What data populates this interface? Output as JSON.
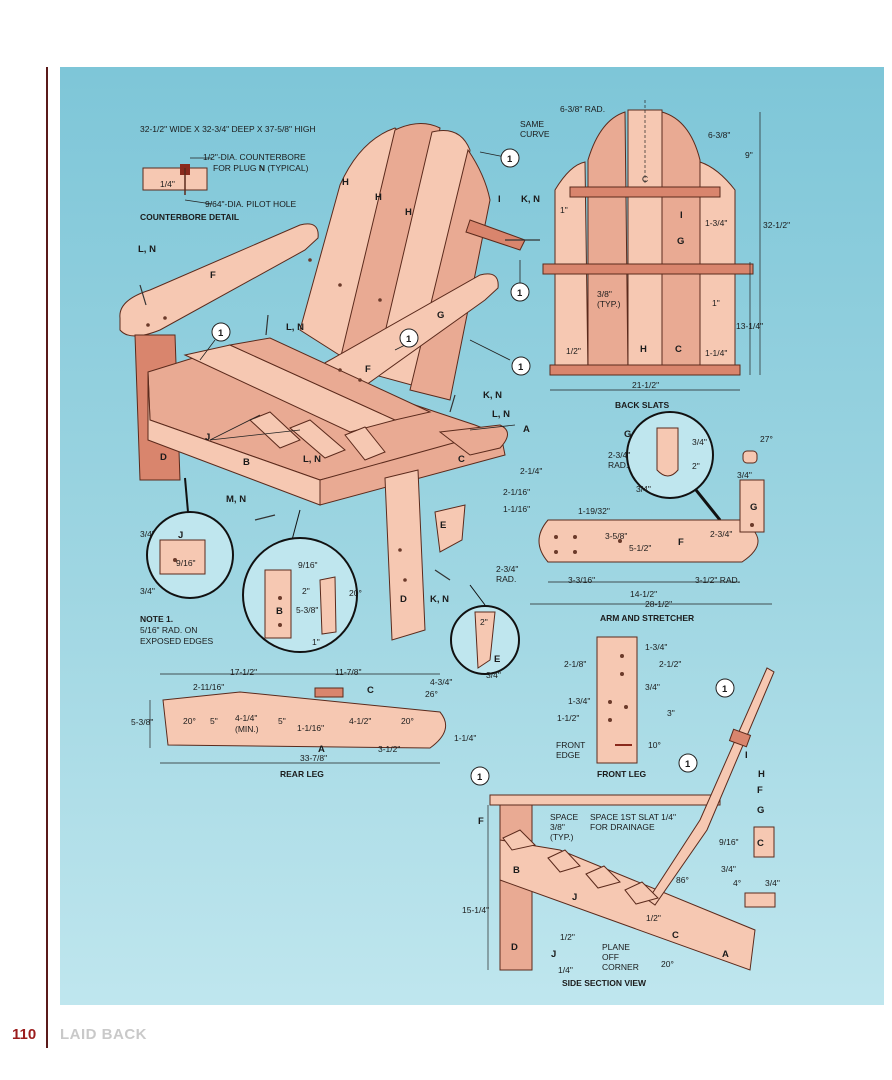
{
  "footer": {
    "page_number": "110",
    "section": "LAID BACK"
  },
  "overall": "32-1/2\" WIDE X 32-3/4\" DEEP X 37-5/8\" HIGH",
  "counterbore": {
    "counterbore_label": "1/2\"-DIA. COUNTERBORE",
    "plug_label_a": "FOR PLUG ",
    "plug_label_b": "N",
    "plug_label_c": " (TYPICAL)",
    "depth": "1/4\"",
    "pilot_label": "9/64\"-DIA. PILOT HOLE",
    "title": "COUNTERBORE DETAIL"
  },
  "note": {
    "title": "NOTE 1.",
    "line1": "5/16\" RAD. ON",
    "line2": "EXPOSED EDGES",
    "marker": "1"
  },
  "chair_labels": {
    "H1": "H",
    "H2": "H",
    "H3": "H",
    "F1": "F",
    "F2": "F",
    "G": "G",
    "LN1": "L, N",
    "LN2": "L, N",
    "LN3": "L, N",
    "LN4": "L, N",
    "KN1": "K, N",
    "KN2": "K, N",
    "KN3": "K, N",
    "I": "I",
    "J": "J",
    "B": "B",
    "D1": "D",
    "D2": "D",
    "C": "C",
    "A": "A",
    "E": "E",
    "MN": "M, N"
  },
  "j_detail": {
    "part": "J",
    "d1": "3/4\"",
    "d2": "9/16\"",
    "d3": "3/4\""
  },
  "b_detail": {
    "part": "B",
    "d1": "9/16\"",
    "d2": "2\"",
    "d3": "5-3/8\"",
    "d4": "1\"",
    "angle": "20°"
  },
  "e_detail": {
    "part": "E",
    "d1": "2\"",
    "d2": "3/4\""
  },
  "back_slats": {
    "title": "BACK SLATS",
    "rad": "6-3/8\" RAD.",
    "same1": "SAME",
    "same2": "CURVE",
    "d_top": "6-3/8\"",
    "d_9": "9\"",
    "d_height": "32-1/2\"",
    "d_1a": "1\"",
    "d_134": "1-3/4\"",
    "d_38": "3/8\"",
    "typ": "(TYP.)",
    "d_1b": "1\"",
    "d_1314": "13-1/4\"",
    "d_12": "1/2\"",
    "d_114": "1-1/4\"",
    "width": "21-1/2\"",
    "cl": "C",
    "I": "I",
    "G": "G",
    "H": "H",
    "C": "C"
  },
  "arm": {
    "title": "ARM AND STRETCHER",
    "d_214": "2-1/4\"",
    "d_2116": "2-1/16\"",
    "d_1116": "1-1/16\"",
    "d_11932": "1-19/32\"",
    "d_358": "3-5/8\"",
    "d_512": "5-1/2\"",
    "d_234r": "2-3/4\"",
    "rad": "RAD.",
    "d_3316": "3-3/16\"",
    "d_1412": "14-1/2\"",
    "d_2812": "28-1/2\"",
    "d_312r": "3-1/2\" RAD.",
    "d_234b": "2-3/4\"",
    "F": "F",
    "G": "G",
    "G2": "G",
    "g_34a": "3/4\"",
    "g_234": "2-3/4\"",
    "g_rad": "RAD.",
    "g_2": "2\"",
    "g_34b": "3/4\"",
    "a_27": "27°",
    "a_34": "3/4\""
  },
  "rear_leg": {
    "title": "REAR LEG",
    "d_1712": "17-1/2\"",
    "d_11716": "2-11/16\"",
    "d_1178": "11-7/8\"",
    "d_434": "4-3/4\"",
    "a_26": "26°",
    "d_538": "5-3/8\"",
    "a_20a": "20°",
    "d_5a": "5\"",
    "d_414": "4-1/4\"",
    "min": "(MIN.)",
    "d_5b": "5\"",
    "d_1116": "1-1/16\"",
    "d_412": "4-1/2\"",
    "a_20b": "20°",
    "d_114": "1-1/4\"",
    "d_312": "3-1/2\"",
    "d_3378": "33-7/8\"",
    "A": "A",
    "C": "C"
  },
  "front_leg": {
    "title": "FRONT LEG",
    "d_134a": "1-3/4\"",
    "d_218": "2-1/8\"",
    "d_212": "2-1/2\"",
    "d_34": "3/4\"",
    "d_134b": "1-3/4\"",
    "d_3": "3\"",
    "d_112": "1-1/2\"",
    "front": "FRONT",
    "edge": "EDGE",
    "a_10": "10°"
  },
  "side": {
    "title": "SIDE SECTION VIEW",
    "space1": "SPACE",
    "space2": "3/8\"",
    "space3": "(TYP.)",
    "first1": "SPACE 1ST SLAT 1/4\"",
    "first2": "FOR DRAINAGE",
    "d_1514": "15-1/4\"",
    "a_86": "86°",
    "d_12a": "1/2\"",
    "a_20": "20°",
    "d_12b": "1/2\"",
    "d_14": "1/4\"",
    "plane1": "PLANE",
    "plane2": "OFF",
    "plane3": "CORNER",
    "c_916": "9/16\"",
    "c_34a": "3/4\"",
    "c_4": "4°",
    "c_34b": "3/4\"",
    "I": "I",
    "H": "H",
    "F1": "F",
    "G": "G",
    "F2": "F",
    "B": "B",
    "J": "J",
    "D": "D",
    "C": "C",
    "A": "A",
    "C2": "C",
    "J2": "J",
    "m1": "1",
    "m2": "1",
    "m3": "1"
  },
  "markers": {
    "m1": "1",
    "m2": "1",
    "m3": "1",
    "m4": "1",
    "m5": "1"
  }
}
